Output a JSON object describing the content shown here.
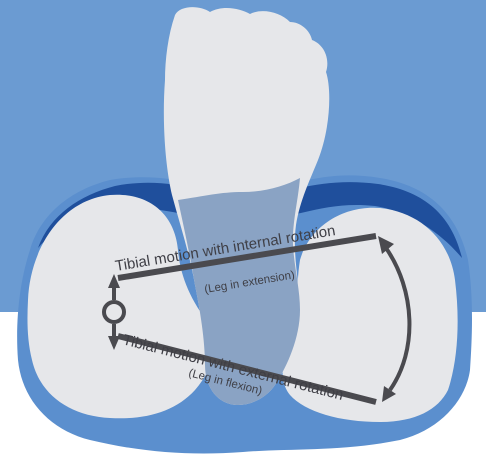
{
  "labels": {
    "internal_main": "Tibial motion with internal rotation",
    "internal_sub": "(Leg in extension)",
    "external_main": "Tibial motion with external rotation",
    "external_sub": "(Leg in flexion)"
  },
  "colors": {
    "background_top": "#6b9bd2",
    "background_bottom": "#ffffff",
    "tibia_outline": "#5b8fce",
    "tibia_dark_rim": "#1f4f9c",
    "condyle_fill": "#e6e7ea",
    "foot_fill": "#e6e7ea",
    "overlap_fill": "#8aa3c4",
    "arrow": "#4a4a4f"
  }
}
